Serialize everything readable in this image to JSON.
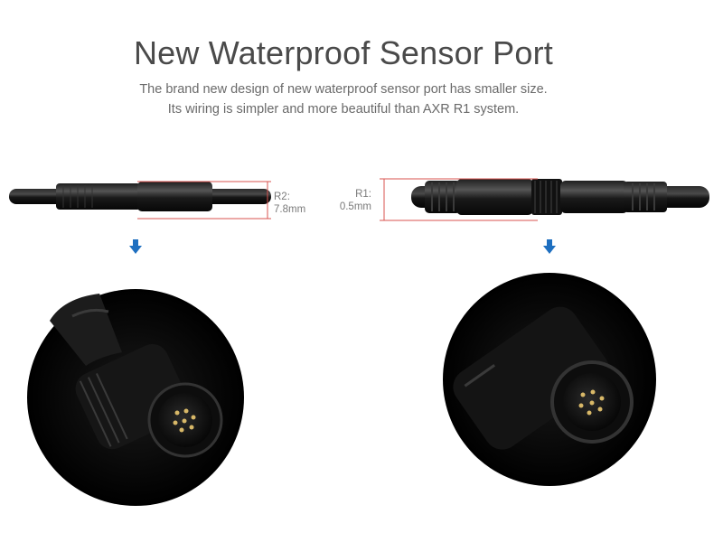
{
  "header": {
    "title": "New Waterproof Sensor Port",
    "subtitle_line1": "The brand new design of new waterproof sensor port has smaller size.",
    "subtitle_line2": "Its wiring is simpler and more beautiful than AXR R1 system."
  },
  "left_product": {
    "dimension_label": "R2:",
    "dimension_value": "7.8mm"
  },
  "right_product": {
    "dimension_label": "R1:",
    "dimension_value": "0.5mm"
  },
  "colors": {
    "accent_arrow": "#1e6fc0",
    "dimension_line": "#d9534f",
    "cable": "#0c0c0c"
  },
  "icons": [
    "arrow-down-icon",
    "arrow-down-icon"
  ]
}
